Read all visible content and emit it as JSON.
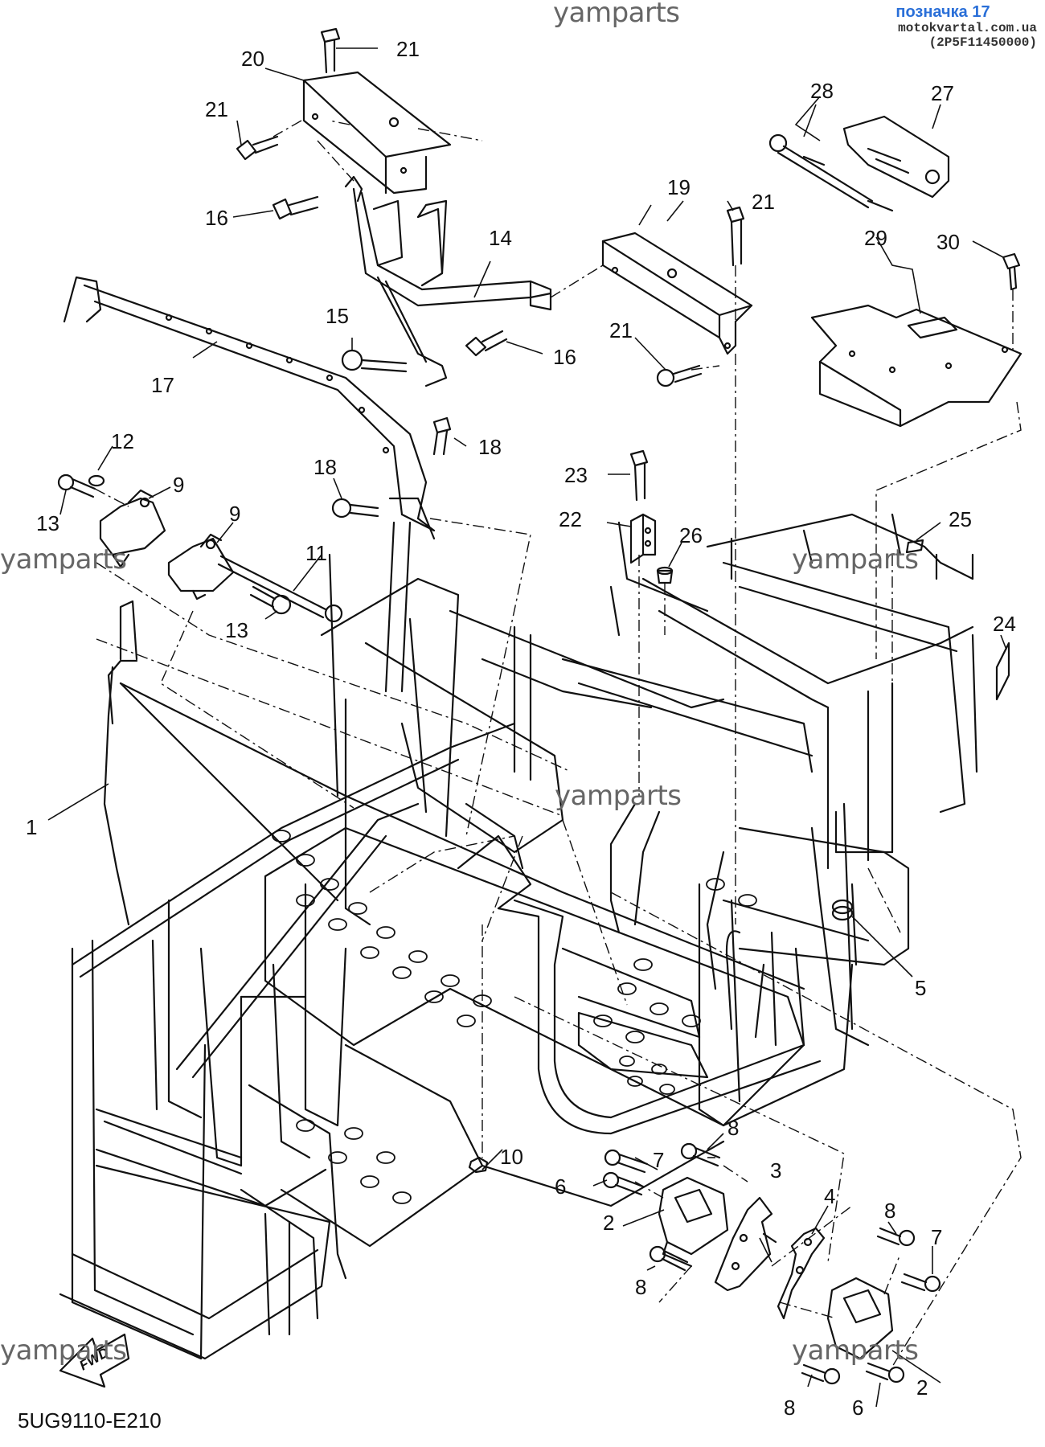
{
  "header": {
    "watermark_top": "yamparts",
    "link_text": "позначка 17",
    "site_text": "motokvartal.com.ua (2P5F11450000)"
  },
  "watermarks": [
    "yamparts",
    "yamparts",
    "yamparts",
    "yamparts",
    "yamparts"
  ],
  "fwd_label": "FWD",
  "diagram_code": "5UG9110-E210",
  "callouts": [
    {
      "id": "c21a",
      "label": "21"
    },
    {
      "id": "c20",
      "label": "20"
    },
    {
      "id": "c21b",
      "label": "21"
    },
    {
      "id": "c16a",
      "label": "16"
    },
    {
      "id": "c14",
      "label": "14"
    },
    {
      "id": "c15",
      "label": "15"
    },
    {
      "id": "c16b",
      "label": "16"
    },
    {
      "id": "c17",
      "label": "17"
    },
    {
      "id": "c19",
      "label": "19"
    },
    {
      "id": "c21c",
      "label": "21"
    },
    {
      "id": "c21d",
      "label": "21"
    },
    {
      "id": "c28",
      "label": "28"
    },
    {
      "id": "c27",
      "label": "27"
    },
    {
      "id": "c29",
      "label": "29"
    },
    {
      "id": "c30",
      "label": "30"
    },
    {
      "id": "c12",
      "label": "12"
    },
    {
      "id": "c9a",
      "label": "9"
    },
    {
      "id": "c13a",
      "label": "13"
    },
    {
      "id": "c9b",
      "label": "9"
    },
    {
      "id": "c11",
      "label": "11"
    },
    {
      "id": "c13b",
      "label": "13"
    },
    {
      "id": "c18a",
      "label": "18"
    },
    {
      "id": "c18b",
      "label": "18"
    },
    {
      "id": "c23",
      "label": "23"
    },
    {
      "id": "c22",
      "label": "22"
    },
    {
      "id": "c26",
      "label": "26"
    },
    {
      "id": "c25",
      "label": "25"
    },
    {
      "id": "c24",
      "label": "24"
    },
    {
      "id": "c1",
      "label": "1"
    },
    {
      "id": "c5",
      "label": "5"
    },
    {
      "id": "c10",
      "label": "10"
    },
    {
      "id": "c7a",
      "label": "7"
    },
    {
      "id": "c8a",
      "label": "8"
    },
    {
      "id": "c3",
      "label": "3"
    },
    {
      "id": "c6a",
      "label": "6"
    },
    {
      "id": "c2a",
      "label": "2"
    },
    {
      "id": "c8b",
      "label": "8"
    },
    {
      "id": "c4",
      "label": "4"
    },
    {
      "id": "c8c",
      "label": "8"
    },
    {
      "id": "c7b",
      "label": "7"
    },
    {
      "id": "c8d",
      "label": "8"
    },
    {
      "id": "c6b",
      "label": "6"
    },
    {
      "id": "c2b",
      "label": "2"
    }
  ]
}
